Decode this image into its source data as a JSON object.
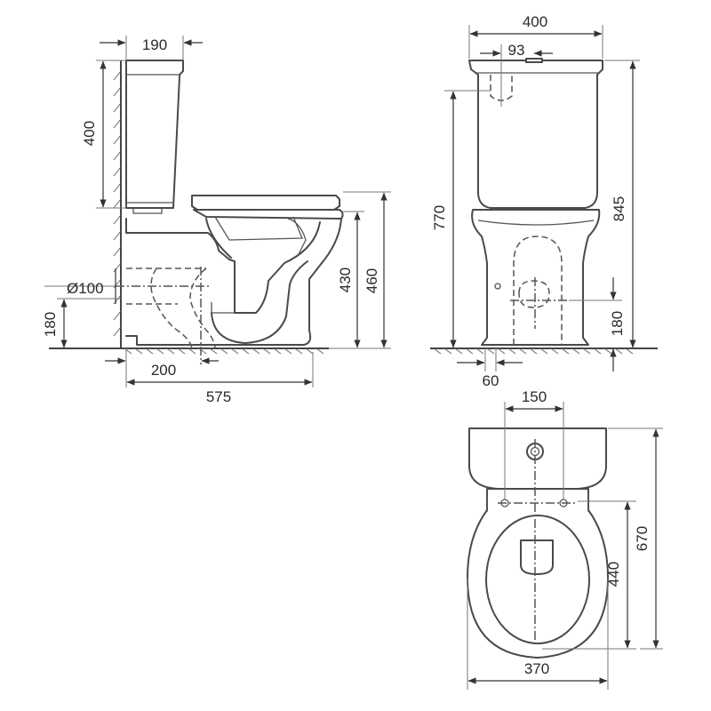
{
  "side_view": {
    "tank_depth": "190",
    "tank_height": "400",
    "drain_diameter": "Ø100",
    "drain_height": "180",
    "drain_offset": "200",
    "overall_depth": "575",
    "bowl_height": "430",
    "seat_height": "460"
  },
  "front_view": {
    "tank_width": "400",
    "button_offset": "93",
    "inlet_height": "770",
    "overall_height": "845",
    "drain_height": "180",
    "foot_width": "60"
  },
  "top_view": {
    "fixing_spacing": "150",
    "bowl_length": "440",
    "overall_length": "670",
    "bowl_width": "370"
  },
  "colors": {
    "line": "#4a4a4a",
    "background": "#ffffff"
  }
}
